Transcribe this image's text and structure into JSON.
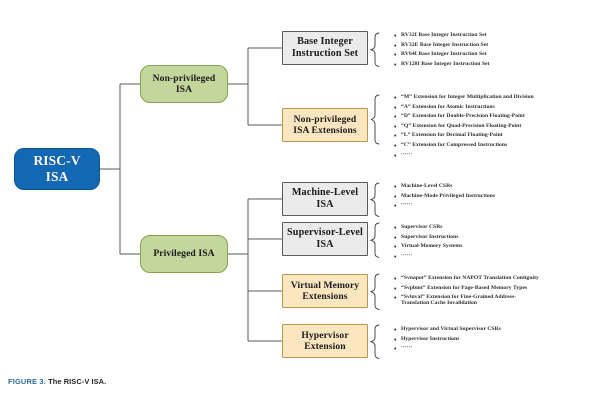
{
  "figure": {
    "caption_label": "FIGURE 3.",
    "caption_text": "The RISC-V ISA.",
    "caption_accent_color": "#2e6da4"
  },
  "colors": {
    "root_fill": "#1268b3",
    "root_text": "#ffffff",
    "green_fill": "#c3d69b",
    "grey_fill": "#ebebeb",
    "cream_fill": "#fbe6bf",
    "line": "#595959"
  },
  "nodes": {
    "root": {
      "label": "RISC-V\nISA"
    },
    "level1": [
      {
        "label": "Non-privileged\nISA"
      },
      {
        "label": "Privileged ISA"
      }
    ],
    "level2": [
      {
        "label": "Base Integer\nInstruction Set"
      },
      {
        "label": "Non-privileged\nISA Extensions"
      },
      {
        "label": "Machine-Level\nISA"
      },
      {
        "label": "Supervisor-Level\nISA"
      },
      {
        "label": "Virtual Memory\nExtensions"
      },
      {
        "label": "Hypervisor\nExtension"
      }
    ]
  },
  "details": {
    "base_integer": [
      "RV32I Base Integer Instruction Set",
      "RV32E Base Integer Instruction Set",
      "RV64I Base Integer Instruction Set",
      "RV128I Base Integer Instruction Set"
    ],
    "nonpriv_extensions": [
      "“M”  Extension for Integer Multiplication and Division",
      "“A”  Extension for Atomic Instructions",
      "“D”  Extension for Double-Precision Floating-Point",
      "“Q”  Extension for Quad-Precision Floating-Point",
      "“L”  Extension for Decimal Floating-Point",
      "“C”  Extension for Compressed Instructions",
      "⋯⋯"
    ],
    "machine_level": [
      "Machine-Level CSRs",
      "Machine-Mode Privileged Instructions",
      "⋯⋯"
    ],
    "supervisor_level": [
      "Supervisor CSRs",
      "Supervisor Instructions",
      "Virtual-Memory Systems",
      "⋯⋯"
    ],
    "virtual_memory": [
      "“Svnapot”  Extension for NAPOT Translation Contiguity",
      "“Svpbmt”  Extension for Page-Based Memory Types",
      "“Svinval”  Extension for Fine-Grained Address-\nTranslation Cache Invalidation"
    ],
    "hypervisor": [
      "Hypervisor and Virtual Supervisor CSRs",
      "Hypervisor Instructions",
      "⋯⋯"
    ]
  }
}
